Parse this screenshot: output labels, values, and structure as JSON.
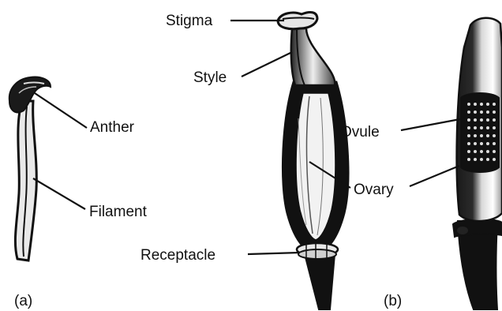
{
  "labels": {
    "stigma": "Stigma",
    "style": "Style",
    "anther": "Anther",
    "filament": "Filament",
    "ovule": "Ovule",
    "ovary": "Ovary",
    "receptacle": "Receptacle"
  },
  "panels": {
    "a": "(a)",
    "b": "(b)"
  },
  "colors": {
    "ink": "#111111",
    "paper": "#ffffff",
    "shade": "#cfcfcf"
  }
}
